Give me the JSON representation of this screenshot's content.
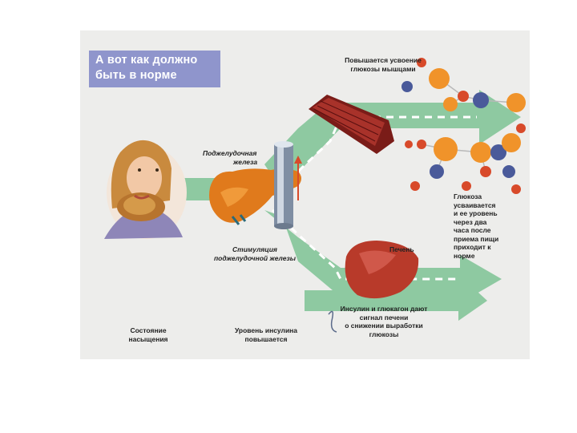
{
  "title": {
    "line1": "А вот как должно",
    "line2": "быть в норме"
  },
  "labels": {
    "muscle": [
      "Повышается усвоение",
      "глюкозы мышцами"
    ],
    "pancreas": [
      "Поджелудочная",
      "железа"
    ],
    "stimulation": [
      "Стимуляция",
      "поджелудочной железы"
    ],
    "liver": "Печень",
    "glucose_absorbed": [
      "Глюкоза",
      "усваивается",
      "и ее уровень",
      "через два",
      "часа после",
      "приема пищи",
      "приходит к",
      "норме"
    ],
    "signal": [
      "Инсулин и глюкагон дают",
      "сигнал печени",
      "о снижении выработки",
      "глюкозы"
    ],
    "satiety": [
      "Состояние",
      "насыщения"
    ],
    "insulin_rises": [
      "Уровень инсулина",
      "повышается"
    ]
  },
  "colors": {
    "title_bg": "#8f95cc",
    "arrow_green": "#8ec9a1",
    "organ_orange": "#e07a1c",
    "liver_red": "#b83a2a",
    "molecule_orange": "#f0932a",
    "molecule_blue": "#4a5a9a",
    "molecule_red": "#d84a2a"
  }
}
